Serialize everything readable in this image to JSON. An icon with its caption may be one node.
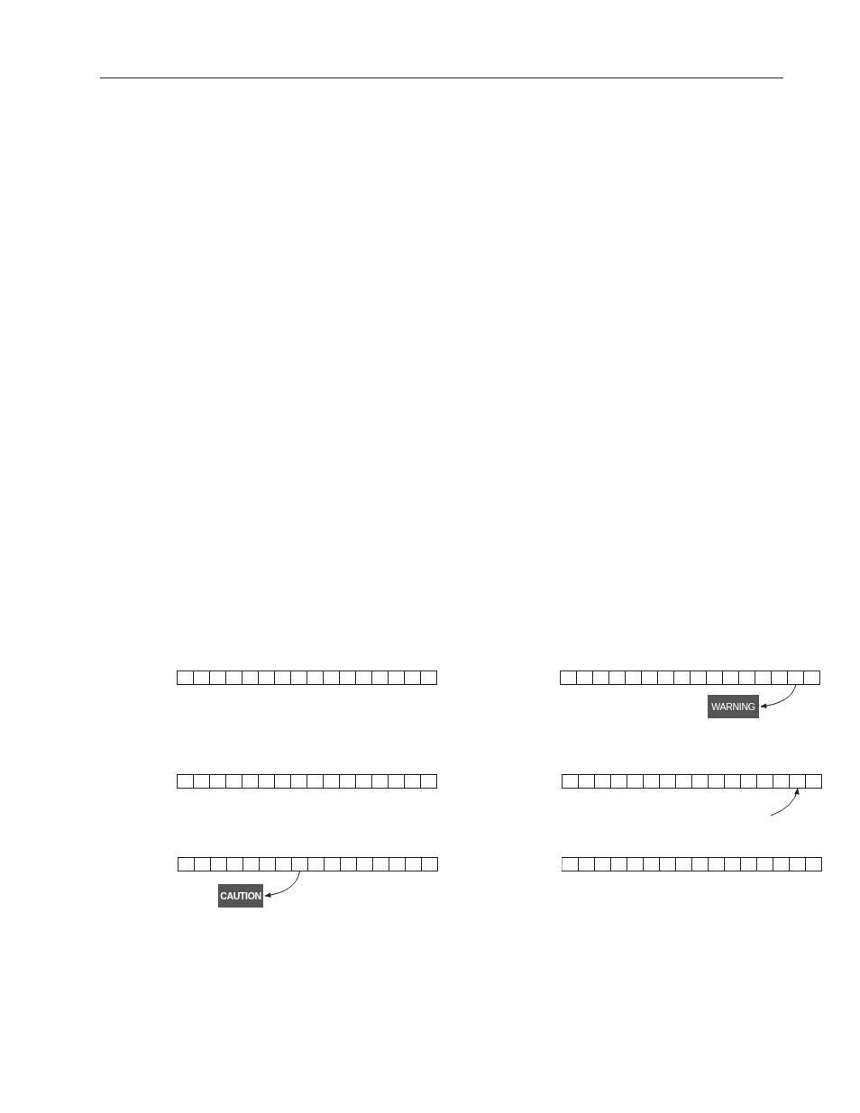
{
  "diagram": {
    "nodes": [
      {
        "text": [],
        "shape": "bar"
      },
      {
        "text": [],
        "shape": "bar"
      },
      {
        "text": [
          "WARNING"
        ]
      },
      {
        "text": [],
        "shape": "bar"
      },
      {
        "text": [],
        "shape": "bar"
      },
      {
        "text": [],
        "shape": "bar"
      },
      {
        "text": [
          "CAUTION"
        ]
      },
      {
        "text": [],
        "shape": "bar"
      }
    ],
    "edges": [
      {
        "from": 1,
        "to": 2,
        "arrow": "to"
      },
      {
        "from": null,
        "to": 4,
        "arrow": "to"
      },
      {
        "from": 5,
        "to": 6,
        "arrow": "to"
      }
    ]
  }
}
